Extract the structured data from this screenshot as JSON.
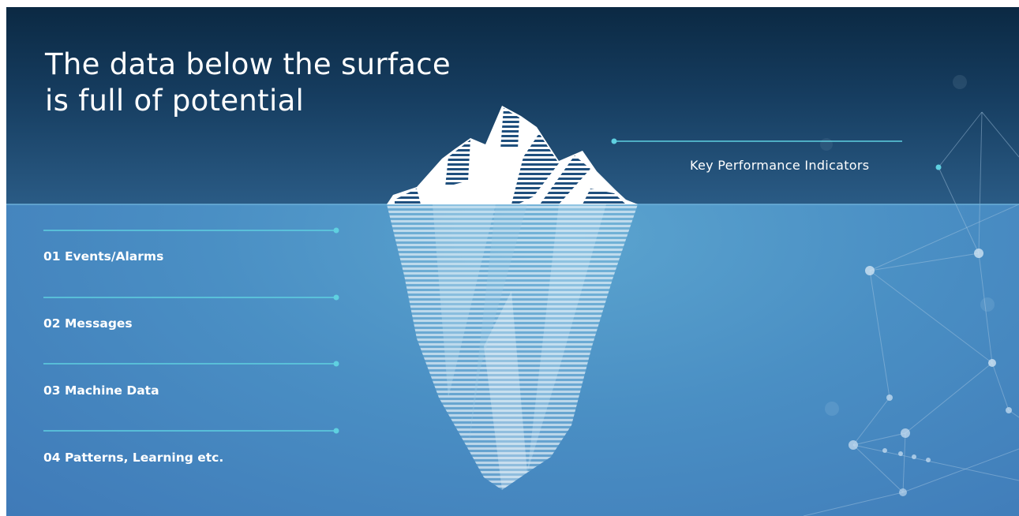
{
  "title_line1": "The data below the surface",
  "title_line2": "is full of potential",
  "above_surface": {
    "label": "Key Performance Indicators"
  },
  "below_surface": [
    {
      "label": "01 Events/Alarms"
    },
    {
      "label": "02 Messages"
    },
    {
      "label": "03 Machine Data"
    },
    {
      "label": "04 Patterns, Learning etc."
    }
  ],
  "colors": {
    "sky_dark": "#0b2943",
    "water": "#4a8fc4",
    "accent_line": "#5fd0e0",
    "ice": "#ffffff"
  }
}
